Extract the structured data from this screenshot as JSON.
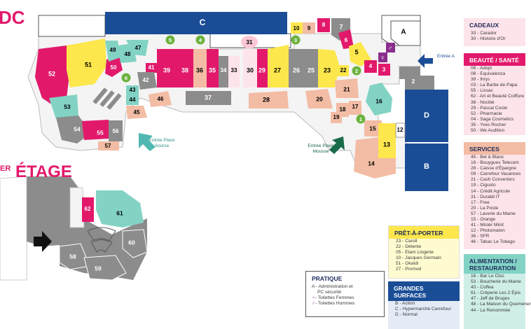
{
  "floors": {
    "rdc": "DC",
    "etage_prefix": "ER",
    "etage": "ÉTAGE"
  },
  "colors": {
    "beaute": "#e2196b",
    "pret_a_porter": "#fde74c",
    "services": "#f3bca4",
    "alimentation": "#82d3c4",
    "grandes_surfaces": "#1a4d96",
    "cadeaux": "#fbc7d4",
    "other": "#8c8c8c",
    "green_marker": "#6cb33f"
  },
  "stores": {
    "s52": "52",
    "s51": "51",
    "s50": "50",
    "s49": "49",
    "s48": "48",
    "s47": "47",
    "s6": "6",
    "s41": "41",
    "s42": "42",
    "s43": "43",
    "s44": "44",
    "s45": "45",
    "s46": "46",
    "s53": "53",
    "s54": "54",
    "s55": "55",
    "s56": "56",
    "s57": "57",
    "s39": "39",
    "s38": "38",
    "s36": "36",
    "s35": "35",
    "s34": "34",
    "s33": "33",
    "s37": "37",
    "s31": "31",
    "s30": "30",
    "s29": "29",
    "s27": "27",
    "s26": "26",
    "s25": "25",
    "s23": "23",
    "s28": "28",
    "s22": "22",
    "s21": "21",
    "s20": "20",
    "s18": "18",
    "s19": "19",
    "s17": "17",
    "s16": "16",
    "s15": "15",
    "s14": "14",
    "s13": "13",
    "s12": "12",
    "s10": "10",
    "s9": "9",
    "s8": "8",
    "s7": "7",
    "s5": "5",
    "s4": "4",
    "s3": "3",
    "s2": "2",
    "sA": "A",
    "sB": "B",
    "sC": "C",
    "sD": "D",
    "s62": "62",
    "s61": "61",
    "s60": "60",
    "s58": "58",
    "s59": "59"
  },
  "markers": {
    "m5": "5",
    "m4": "4",
    "m3": "3",
    "m6": "6",
    "m2": "2",
    "m1": "1"
  },
  "entrances": {
    "a": "Entrée A",
    "place_source": "Entrée Place Source",
    "place_mousse": "Entrée Place Mousse"
  },
  "legend": {
    "cadeaux": {
      "title": "CADEAUX",
      "items": [
        "33 - Carador",
        "30 - Histoire d'Or"
      ]
    },
    "beaute": {
      "title": "BEAUTÉ / SANTÉ",
      "items": [
        "06 - Adopt",
        "08 - Equivalenza",
        "39 - Ihrys",
        "03 - La Barbe de Papa",
        "55 - Lissac",
        "62 - Art et Beauté Coiffure",
        "38 - Nocibé",
        "29 - Pascal Coste",
        "52 - Pharmacie",
        "04 - Saga Cosmetics",
        "35 - Yves Rocher",
        "50 - We Audition"
      ]
    },
    "services": {
      "title": "SERVICES",
      "items": [
        "45 - Bel & Blanc",
        "18 - Bouygues Telecom",
        "28 - Caisse d'Épargne",
        "09 - Carrefour Vacances",
        "21 - Cash Converters",
        "19 - Cigusto",
        "14 - Crédit Agricole",
        "31 - Durabil IT",
        "17 - Free",
        "20 - La Poste",
        "57 - Laverie du Maine",
        "15 - Orange",
        "41 - Mister Minit",
        "12 - Photomaton",
        "36 - SFR",
        "46 - Tabac Le Tobago"
      ]
    },
    "alimentation": {
      "title": "ALIMENTATION / RESTAURATION",
      "items": [
        "16 - Bar Le Clos",
        "53 - Boucherie du Maine",
        "43 - Coffea",
        "61 - Crêperie Les 2 Épis",
        "47 - Jeff de Bruges",
        "48 - La Maison du Quemener",
        "44 - La Renommée"
      ]
    },
    "pap": {
      "title": "PRÊT-À-PORTER",
      "items": [
        "23 - Caroll",
        "22 - Détente",
        "05 - Etam Lingerie",
        "10 - Jacques Germain",
        "51 - Okaïdi",
        "27 - Promod"
      ]
    },
    "gs": {
      "title": "GRANDES SURFACES",
      "items": [
        "B - Action",
        "C - Hypermarché Carrefour",
        "D - Normal"
      ]
    },
    "pratique": {
      "title": "PRATIQUE",
      "items": [
        "A - Administration et",
        "PC sécurité",
        "- Toilettes Femmes",
        "- Toilettes Hommes"
      ]
    }
  }
}
